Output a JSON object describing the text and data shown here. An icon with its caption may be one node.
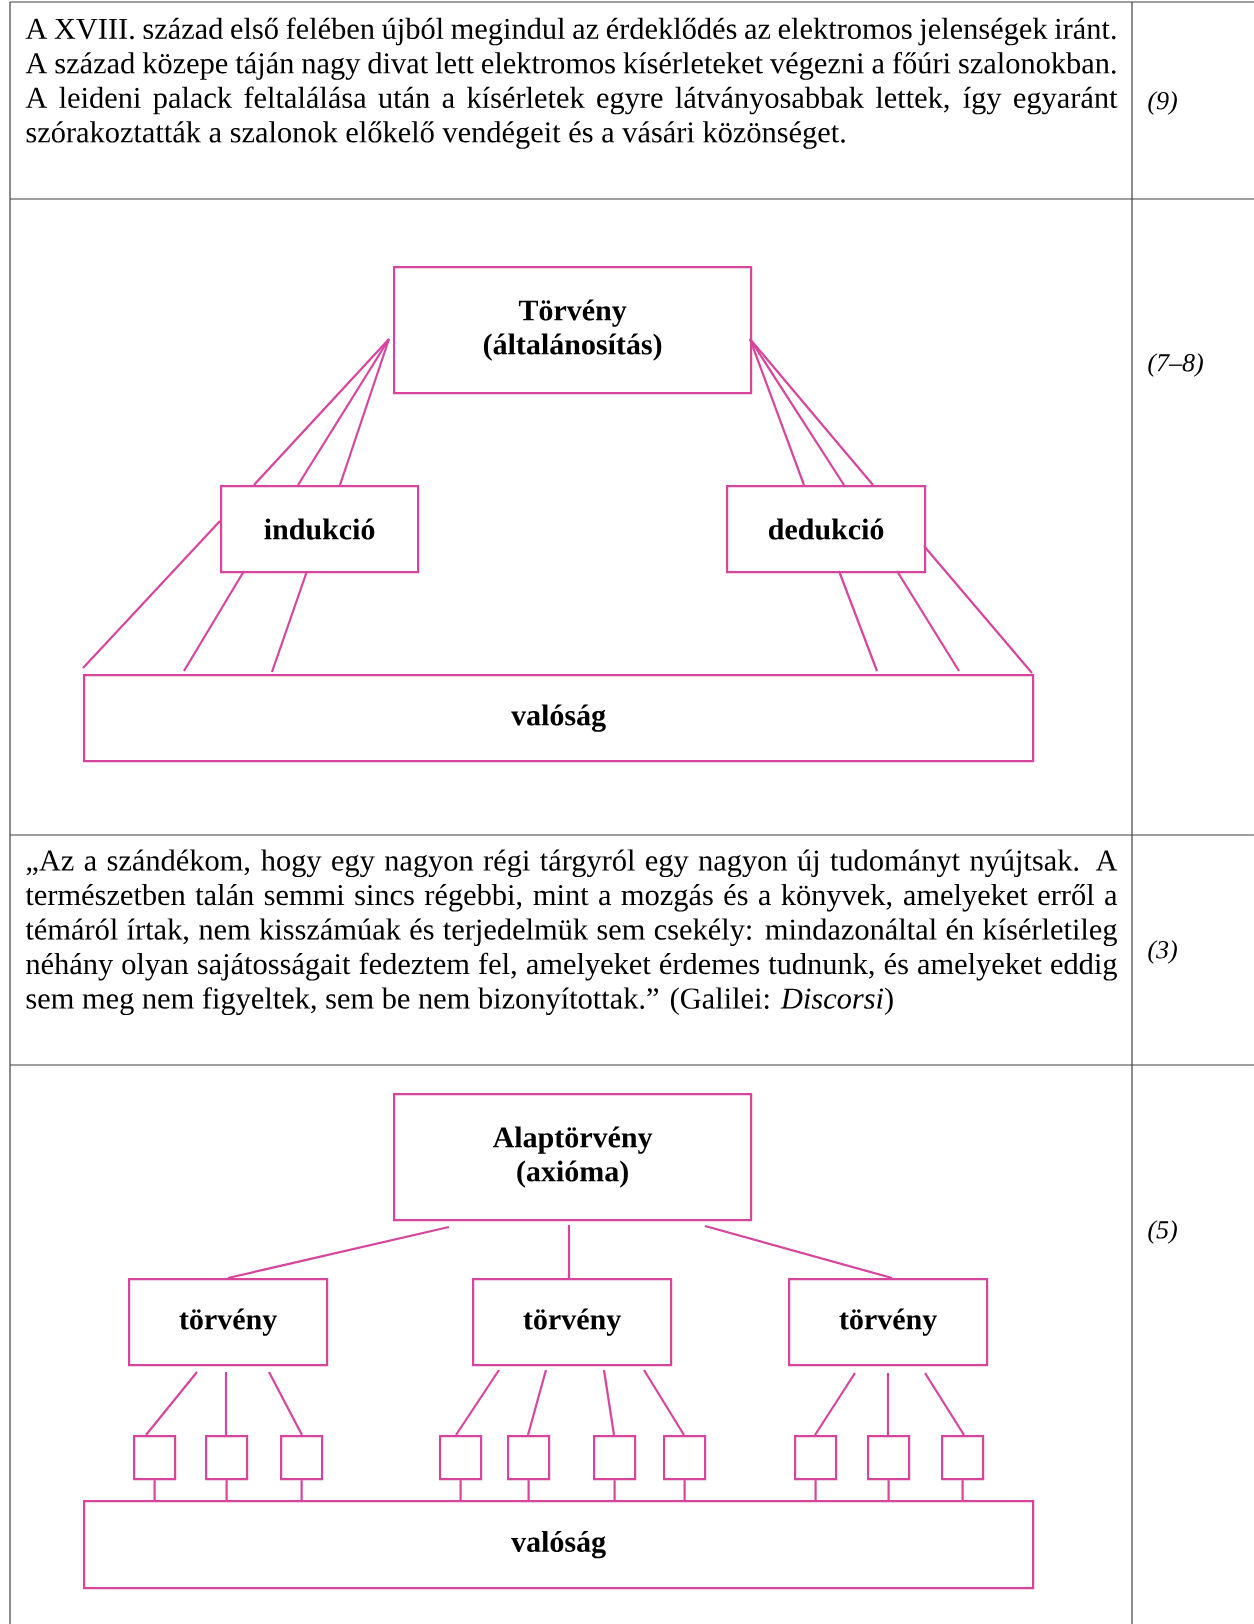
{
  "diagram": {
    "nodes": [
      {
        "text": [
          "Törvény",
          "(általánosítás)"
        ]
      },
      {
        "text": [
          "indukció"
        ]
      },
      {
        "text": [
          "dedukció"
        ]
      },
      {
        "text": [
          "valóság"
        ]
      },
      {
        "text": [
          "Alaptörvény",
          "(axióma)"
        ]
      },
      {
        "text": [
          "törvény"
        ]
      },
      {
        "text": [
          "törvény"
        ]
      },
      {
        "text": [
          "törvény"
        ]
      },
      {
        "text": [],
        "shape": "box"
      },
      {
        "text": [],
        "shape": "box"
      },
      {
        "text": [],
        "shape": "box"
      },
      {
        "text": [],
        "shape": "box"
      },
      {
        "text": [],
        "shape": "box"
      },
      {
        "text": [],
        "shape": "box"
      },
      {
        "text": [],
        "shape": "box"
      },
      {
        "text": [],
        "shape": "box"
      },
      {
        "text": [],
        "shape": "box"
      },
      {
        "text": [],
        "shape": "box"
      },
      {
        "text": [
          "valóság"
        ]
      }
    ],
    "edges": [
      {
        "from": 0,
        "to": 1,
        "arrow": "none"
      },
      {
        "from": 0,
        "to": 1,
        "arrow": "none"
      },
      {
        "from": 0,
        "to": 1,
        "arrow": "none"
      },
      {
        "from": 1,
        "to": 3,
        "arrow": "none"
      },
      {
        "from": 1,
        "to": 3,
        "arrow": "none"
      },
      {
        "from": 1,
        "to": 3,
        "arrow": "none"
      },
      {
        "from": 0,
        "to": 2,
        "arrow": "none"
      },
      {
        "from": 0,
        "to": 2,
        "arrow": "none"
      },
      {
        "from": 0,
        "to": 2,
        "arrow": "none"
      },
      {
        "from": 2,
        "to": 3,
        "arrow": "none"
      },
      {
        "from": 2,
        "to": 3,
        "arrow": "none"
      },
      {
        "from": 2,
        "to": 3,
        "arrow": "none"
      },
      {
        "from": 4,
        "to": 5,
        "arrow": "none"
      },
      {
        "from": 4,
        "to": 6,
        "arrow": "none"
      },
      {
        "from": 4,
        "to": 7,
        "arrow": "none"
      },
      {
        "from": 5,
        "to": 8,
        "arrow": "none"
      },
      {
        "from": 5,
        "to": 9,
        "arrow": "none"
      },
      {
        "from": 5,
        "to": 10,
        "arrow": "none"
      },
      {
        "from": 6,
        "to": 11,
        "arrow": "none"
      },
      {
        "from": 6,
        "to": 12,
        "arrow": "none"
      },
      {
        "from": 6,
        "to": 13,
        "arrow": "none"
      },
      {
        "from": 6,
        "to": 14,
        "arrow": "none"
      },
      {
        "from": 7,
        "to": 15,
        "arrow": "none"
      },
      {
        "from": 7,
        "to": 16,
        "arrow": "none"
      },
      {
        "from": 7,
        "to": 17,
        "arrow": "none"
      },
      {
        "from": 8,
        "to": 18,
        "arrow": "none"
      },
      {
        "from": 9,
        "to": 18,
        "arrow": "none"
      },
      {
        "from": 10,
        "to": 18,
        "arrow": "none"
      },
      {
        "from": 11,
        "to": 18,
        "arrow": "none"
      },
      {
        "from": 12,
        "to": 18,
        "arrow": "none"
      },
      {
        "from": 13,
        "to": 18,
        "arrow": "none"
      },
      {
        "from": 14,
        "to": 18,
        "arrow": "none"
      },
      {
        "from": 15,
        "to": 18,
        "arrow": "none"
      },
      {
        "from": 16,
        "to": 18,
        "arrow": "none"
      },
      {
        "from": 17,
        "to": 18,
        "arrow": "none"
      }
    ],
    "labels": [
      "A XVIII. század első felében újból megindul az érdeklődés az elektromos jelenségek iránt. A század közepe táján nagy divat lett elektromos kísérleteket végezni a főúri szalonokban. A leideni palack feltalálása után a kísérletek egyre látványosabbak lettek, így egyaránt szórakoztatták a szalonok előkelő vendégeit és a vásári közönséget.",
      "(9)",
      "(7–8)",
      "„Az a szándékom, hogy egy nagyon régi tárgyról egy nagyon új tudományt nyújtsak. A természetben talán semmi sincs régebbi, mint a mozgás és a könyvek, amelyeket erről a témáról írtak, nem kisszámúak és terjedelmük sem csekély: mindazonáltal én kísérletileg néhány olyan sajátosságait fedeztem fel, amelyeket érdemes tudnunk, és amelyeket eddig sem meg nem figyeltek, sem be nem bizonyítottak.” (Galilei: *Discorsi*)",
      "(3)",
      "(5)"
    ]
  }
}
